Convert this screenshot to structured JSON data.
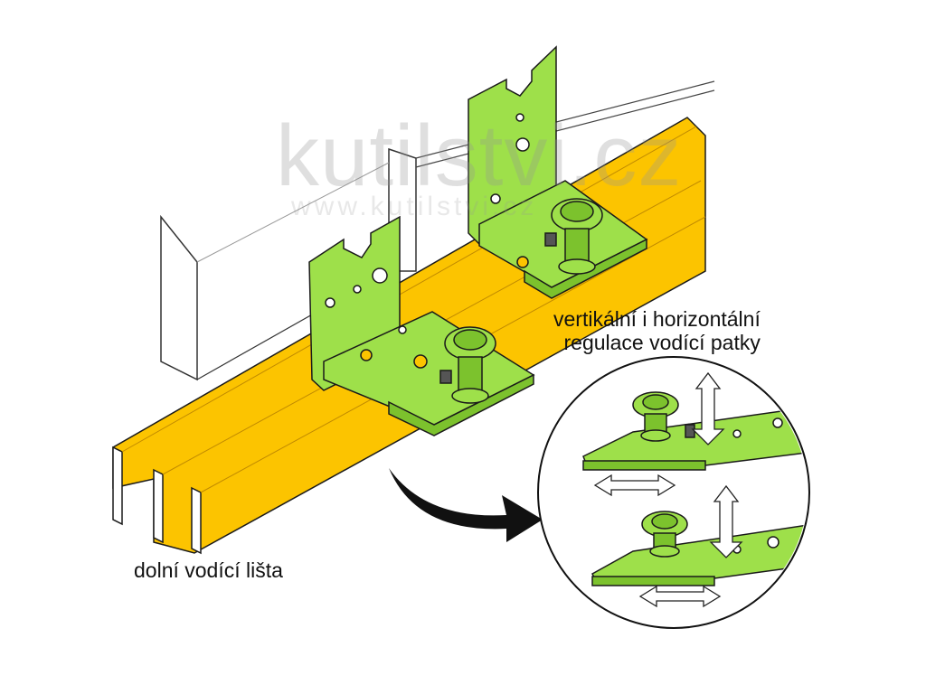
{
  "watermark": {
    "main": "kutilstvi.cz",
    "sub": "www.kutilstvi.cz"
  },
  "labels": {
    "adjustment_line1": "vertikální i horizontální",
    "adjustment_line2": "regulace vodící patky",
    "bottom_rail": "dolní vodící lišta"
  },
  "colors": {
    "rail": "#fcc400",
    "rail_dark": "#e2a900",
    "bracket": "#9ee04a",
    "bracket_dark": "#7cc22d",
    "outline": "#1a1a1a"
  },
  "icons": [
    "curved-arrow-icon",
    "vertical-arrow-icon",
    "horizontal-arrow-icon"
  ]
}
